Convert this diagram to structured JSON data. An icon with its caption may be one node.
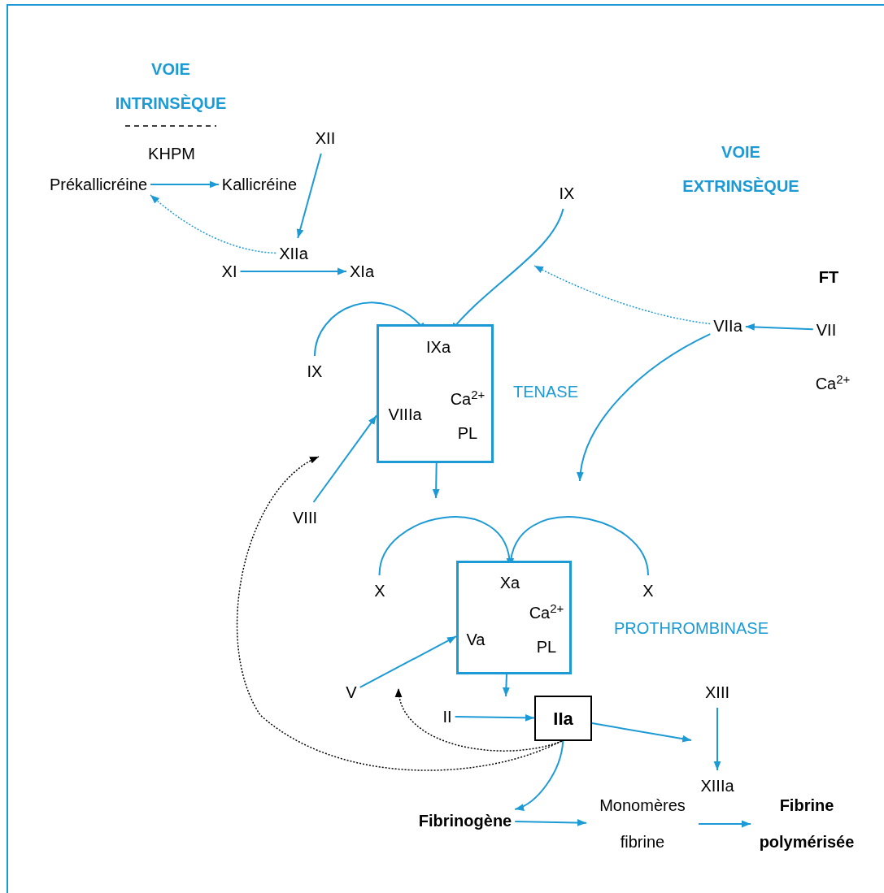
{
  "diagram": {
    "nodes": [
      {
        "text": [
          "Prékallicréine"
        ]
      },
      {
        "text": [
          "Kallicréine"
        ]
      },
      {
        "text": [
          "XII"
        ]
      },
      {
        "text": [
          "XIIa"
        ]
      },
      {
        "text": [
          "XI"
        ]
      },
      {
        "text": [
          "XIa"
        ]
      },
      {
        "text": [
          "IX"
        ]
      },
      {
        "text": [
          "IX"
        ]
      },
      {
        "text": [
          "VIIIa",
          "Ca$^{2+}$ PL"
        ],
        "beside": [
          "TENASE"
        ]
      },
      {
        "text": [
          "IXa"
        ],
        "in": 8
      },
      {
        "text": [
          "VIIa"
        ]
      },
      {
        "text": [
          "VII"
        ]
      },
      {
        "text": [
          "VIII"
        ]
      },
      {
        "text": [
          "X"
        ]
      },
      {
        "text": [
          "X"
        ]
      },
      {
        "text": [
          "Va",
          "Ca$^{2+}$ PL"
        ],
        "beside": [
          "PROTHROMBINASE"
        ]
      },
      {
        "text": [
          "Xa"
        ],
        "in": 15
      },
      {
        "text": [
          "V"
        ]
      },
      {
        "text": [
          "II"
        ]
      },
      {
        "text": [
          "IIa"
        ]
      },
      {
        "text": [
          "XIII"
        ]
      },
      {
        "text": [
          "XIIIa"
        ]
      },
      {
        "text": [
          "Fibrinogène"
        ]
      },
      {
        "text": [
          "Monomères fibrine"
        ]
      },
      {
        "text": [
          "Fibrine polymérisée"
        ]
      }
    ],
    "edges": [
      {
        "from": 0,
        "to": 1,
        "arrow": "to"
      },
      {
        "from": 2,
        "to": 3,
        "arrow": "to"
      },
      {
        "from": 3,
        "to": 0,
        "arrow": "to",
        "style": "dashed"
      },
      {
        "from": 4,
        "to": 5,
        "arrow": "to"
      },
      {
        "from": 7,
        "to": 9,
        "arrow": "to"
      },
      {
        "from": 6,
        "to": 9,
        "arrow": "to"
      },
      {
        "from": 10,
        "to": null,
        "arrow": "to",
        "style": "dashed"
      },
      {
        "from": 11,
        "to": 10,
        "arrow": "to"
      },
      {
        "from": 10,
        "to": null,
        "arrow": "to"
      },
      {
        "from": 9,
        "to": null,
        "arrow": "to"
      },
      {
        "from": 12,
        "to": 8,
        "arrow": "to"
      },
      {
        "from": 13,
        "to": 16,
        "arrow": "to"
      },
      {
        "from": 14,
        "to": 16,
        "arrow": "to"
      },
      {
        "from": 17,
        "to": 15,
        "arrow": "to"
      },
      {
        "from": 16,
        "to": null,
        "arrow": "to"
      },
      {
        "from": 18,
        "to": 19,
        "arrow": "to"
      },
      {
        "from": 19,
        "to": null,
        "arrow": "to"
      },
      {
        "from": 20,
        "to": 21,
        "arrow": "to"
      },
      {
        "from": 19,
        "to": 22,
        "arrow": "to"
      },
      {
        "from": 22,
        "to": 23,
        "arrow": "to"
      },
      {
        "from": 23,
        "to": 24,
        "arrow": "to"
      },
      {
        "from": 19,
        "to": null,
        "arrow": "to",
        "style": "dashed",
        "color": "#000000"
      },
      {
        "from": 19,
        "to": null,
        "arrow": "to",
        "style": "dashed",
        "color": "#000000"
      }
    ],
    "labels": [
      "VOIE INTRINSÈQUE",
      "KHPM",
      "VOIE EXTRINSÈQUE",
      "FT",
      "Ca$^{2+}$"
    ]
  }
}
